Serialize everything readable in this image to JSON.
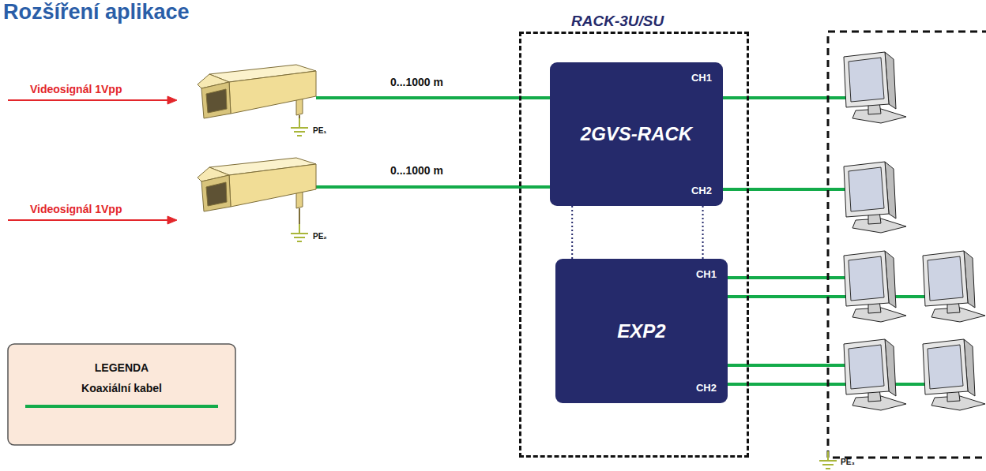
{
  "diagram": {
    "title": "Rozšíření aplikace",
    "nodes": [
      {
        "text": [
          "RACK-3U/SU"
        ]
      },
      {
        "text": [
          "CH1",
          "2GVS-RACK",
          "CH2"
        ],
        "in": 0
      },
      {
        "text": [
          "CH1",
          "EXP2",
          "CH2"
        ],
        "in": 0
      }
    ],
    "edges": [
      {
        "from": 1,
        "to": 2,
        "arrow": "none"
      },
      {
        "from": 1,
        "to": 2,
        "arrow": "none"
      }
    ],
    "labels": [
      "Videosignál 1Vpp",
      "Videosignál 1Vpp",
      "0...1000 m",
      "0...1000 m",
      "PE₁",
      "PE₂",
      "LEGENDA",
      "PE₃"
    ],
    "legend": [
      {
        "text": "Koaxiální kabel"
      }
    ]
  }
}
